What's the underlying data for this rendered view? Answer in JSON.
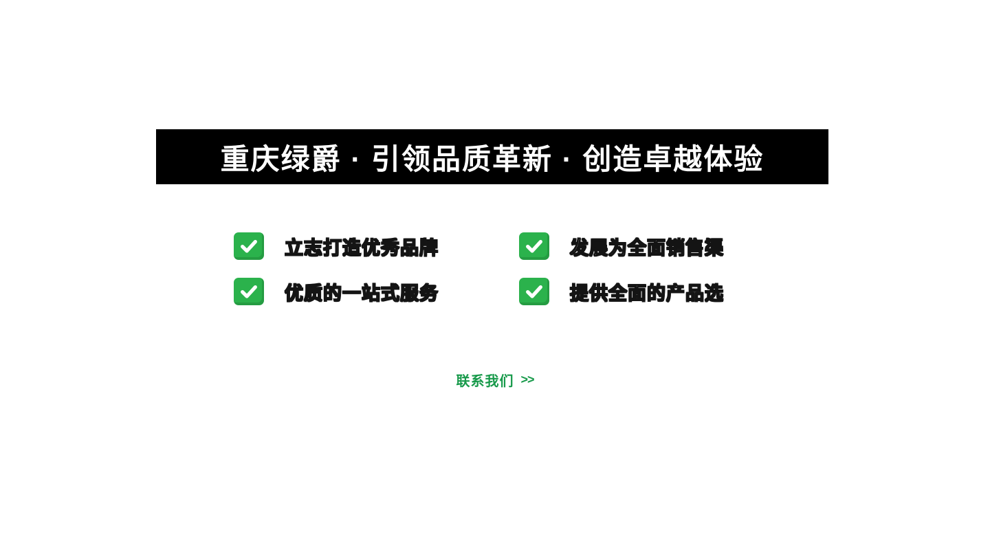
{
  "banner": {
    "title": "重庆绿爵 · 引领品质革新 · 创造卓越体验"
  },
  "features": [
    {
      "label": "立志打造优秀品牌",
      "icon": "check-icon"
    },
    {
      "label": "发展为全面销售渠",
      "icon": "check-icon"
    },
    {
      "label": "优质的一站式服务",
      "icon": "check-icon"
    },
    {
      "label": "提供全面的产品选",
      "icon": "check-icon"
    }
  ],
  "contact": {
    "label": "联系我们",
    "arrow": ">>"
  },
  "colors": {
    "icon_green": "#2bb24c",
    "link_green": "#189a4b",
    "banner_bg": "#000000",
    "banner_text": "#ffffff"
  }
}
